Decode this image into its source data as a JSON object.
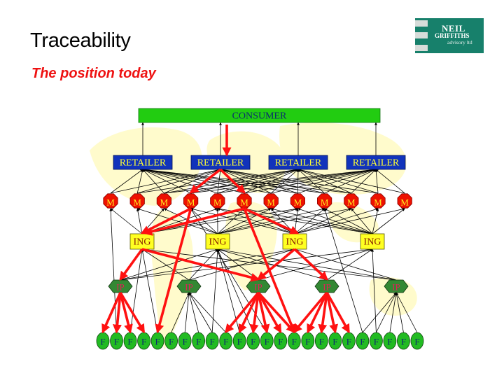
{
  "slide": {
    "title": "Traceability",
    "subtitle": "The position today"
  },
  "logo": {
    "line1": "NEIL",
    "line2": "GRIFFITHS",
    "line3": "advisory ltd"
  },
  "colors": {
    "consumer_fill": "#22cc11",
    "consumer_text": "#0b2a6e",
    "retailer_fill": "#1133bb",
    "retailer_text": "#ffff33",
    "m_fill": "#ee1100",
    "m_text": "#ffee22",
    "ing_fill": "#ffff22",
    "ing_text": "#882200",
    "ip_fill": "#338833",
    "ip_text": "#dd2255",
    "f_fill": "#22bb22",
    "f_text": "#0b2a6e",
    "trace_arrow": "#ff1111",
    "link": "#000000",
    "map": "#fffbcc"
  },
  "diagram": {
    "consumer": {
      "label": "CONSUMER"
    },
    "retailers": [
      {
        "label": "RETAILER"
      },
      {
        "label": "RETAILER"
      },
      {
        "label": "RETAILER"
      },
      {
        "label": "RETAILER"
      }
    ],
    "manufacturers": [
      {
        "label": "M"
      },
      {
        "label": "M"
      },
      {
        "label": "M"
      },
      {
        "label": "M"
      },
      {
        "label": "M"
      },
      {
        "label": "M"
      },
      {
        "label": "M"
      },
      {
        "label": "M"
      },
      {
        "label": "M"
      },
      {
        "label": "M"
      },
      {
        "label": "M"
      },
      {
        "label": "M"
      }
    ],
    "ingredients": [
      {
        "label": "ING"
      },
      {
        "label": "ING"
      },
      {
        "label": "ING"
      },
      {
        "label": "ING"
      }
    ],
    "intermediate_processors": [
      {
        "label": "IP"
      },
      {
        "label": "IP"
      },
      {
        "label": "IP"
      },
      {
        "label": "IP"
      },
      {
        "label": "IP"
      }
    ],
    "farms": {
      "label": "F",
      "count": 24
    },
    "trace_path": {
      "consumer_to_retailer": [
        1
      ],
      "retailer_to_m": [
        [
          1,
          3
        ],
        [
          1,
          5
        ]
      ],
      "m_to_ing": [
        [
          3,
          0
        ],
        [
          5,
          0
        ],
        [
          5,
          2
        ]
      ],
      "m_to_f": [
        [
          3,
          4
        ],
        [
          5,
          14
        ]
      ],
      "ing_to_ip": [
        [
          0,
          0
        ],
        [
          0,
          2
        ],
        [
          2,
          2
        ],
        [
          2,
          3
        ]
      ],
      "ip_to_f": [
        [
          0,
          0
        ],
        [
          0,
          1
        ],
        [
          0,
          2
        ],
        [
          0,
          3
        ],
        [
          2,
          9
        ],
        [
          2,
          10
        ],
        [
          2,
          11
        ],
        [
          2,
          12
        ],
        [
          2,
          13
        ],
        [
          2,
          14
        ],
        [
          3,
          14
        ],
        [
          3,
          15
        ],
        [
          3,
          16
        ],
        [
          3,
          17
        ],
        [
          3,
          18
        ]
      ]
    },
    "black_links": {
      "retailer_to_consumer": [
        0,
        1,
        2,
        3
      ],
      "m_to_retailer": [
        [
          0,
          0
        ],
        [
          1,
          0
        ],
        [
          2,
          0
        ],
        [
          3,
          0
        ],
        [
          4,
          0
        ],
        [
          5,
          0
        ],
        [
          6,
          0
        ],
        [
          7,
          0
        ],
        [
          8,
          0
        ],
        [
          9,
          0
        ],
        [
          0,
          1
        ],
        [
          1,
          1
        ],
        [
          2,
          1
        ],
        [
          3,
          1
        ],
        [
          4,
          1
        ],
        [
          5,
          1
        ],
        [
          6,
          1
        ],
        [
          7,
          1
        ],
        [
          8,
          1
        ],
        [
          9,
          1
        ],
        [
          10,
          1
        ],
        [
          1,
          2
        ],
        [
          2,
          2
        ],
        [
          3,
          2
        ],
        [
          4,
          2
        ],
        [
          5,
          2
        ],
        [
          6,
          2
        ],
        [
          7,
          2
        ],
        [
          8,
          2
        ],
        [
          9,
          2
        ],
        [
          10,
          2
        ],
        [
          11,
          2
        ],
        [
          2,
          3
        ],
        [
          3,
          3
        ],
        [
          4,
          3
        ],
        [
          5,
          3
        ],
        [
          6,
          3
        ],
        [
          7,
          3
        ],
        [
          8,
          3
        ],
        [
          9,
          3
        ],
        [
          10,
          3
        ],
        [
          11,
          3
        ]
      ],
      "ing_to_m": [
        [
          0,
          0
        ],
        [
          0,
          1
        ],
        [
          0,
          2
        ],
        [
          0,
          3
        ],
        [
          0,
          4
        ],
        [
          0,
          6
        ],
        [
          0,
          7
        ],
        [
          1,
          1
        ],
        [
          1,
          2
        ],
        [
          1,
          3
        ],
        [
          1,
          4
        ],
        [
          1,
          5
        ],
        [
          1,
          6
        ],
        [
          1,
          7
        ],
        [
          1,
          8
        ],
        [
          1,
          9
        ],
        [
          2,
          3
        ],
        [
          2,
          4
        ],
        [
          2,
          5
        ],
        [
          2,
          6
        ],
        [
          2,
          7
        ],
        [
          2,
          8
        ],
        [
          2,
          9
        ],
        [
          2,
          10
        ],
        [
          2,
          11
        ],
        [
          3,
          4
        ],
        [
          3,
          5
        ],
        [
          3,
          6
        ],
        [
          3,
          7
        ],
        [
          3,
          8
        ],
        [
          3,
          9
        ],
        [
          3,
          10
        ],
        [
          3,
          11
        ]
      ],
      "ip_to_ing": [
        [
          0,
          0
        ],
        [
          0,
          1
        ],
        [
          0,
          2
        ],
        [
          0,
          3
        ],
        [
          1,
          0
        ],
        [
          1,
          1
        ],
        [
          1,
          2
        ],
        [
          2,
          0
        ],
        [
          2,
          1
        ],
        [
          2,
          3
        ],
        [
          3,
          1
        ],
        [
          3,
          2
        ],
        [
          3,
          3
        ],
        [
          4,
          0
        ],
        [
          4,
          1
        ],
        [
          4,
          2
        ]
      ],
      "f_to_ip": [
        [
          5,
          1
        ],
        [
          6,
          1
        ],
        [
          7,
          1
        ],
        [
          8,
          1
        ],
        [
          9,
          1
        ],
        [
          19,
          4
        ],
        [
          20,
          4
        ],
        [
          21,
          4
        ],
        [
          22,
          4
        ],
        [
          23,
          4
        ]
      ],
      "f_to_upper": [
        [
          2,
          "ing",
          0
        ],
        [
          4,
          "ing",
          0
        ],
        [
          8,
          "ing",
          1
        ],
        [
          10,
          "ing",
          1
        ],
        [
          11,
          "ing",
          1
        ],
        [
          12,
          "m",
          3
        ],
        [
          19,
          "m",
          8
        ],
        [
          20,
          "ing",
          3
        ],
        [
          1,
          "m",
          0
        ]
      ]
    }
  }
}
